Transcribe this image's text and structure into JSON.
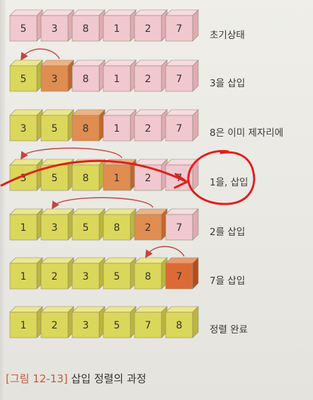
{
  "colors": {
    "pink": {
      "front": "#f1c8cf",
      "top": "#f6dce1",
      "side": "#e2aab4"
    },
    "yellow": {
      "front": "#dbd75a",
      "top": "#ebe88c",
      "side": "#bdb53a"
    },
    "orange": {
      "front": "#df8d51",
      "top": "#eeb284",
      "side": "#c4652a"
    },
    "redOrange": {
      "front": "#dd6a34",
      "top": "#ec9a6b",
      "side": "#b94a1c"
    },
    "arrow": "#c9433d",
    "penRed": "#e0201c"
  },
  "rows": [
    {
      "label": "초기상태",
      "cells": [
        {
          "n": "5",
          "c": "pink"
        },
        {
          "n": "3",
          "c": "pink"
        },
        {
          "n": "8",
          "c": "pink"
        },
        {
          "n": "1",
          "c": "pink"
        },
        {
          "n": "2",
          "c": "pink"
        },
        {
          "n": "7",
          "c": "pink"
        }
      ]
    },
    {
      "label": "3을 삽입",
      "cells": [
        {
          "n": "5",
          "c": "yellow"
        },
        {
          "n": "3",
          "c": "orange"
        },
        {
          "n": "8",
          "c": "pink"
        },
        {
          "n": "1",
          "c": "pink"
        },
        {
          "n": "2",
          "c": "pink"
        },
        {
          "n": "7",
          "c": "pink"
        }
      ]
    },
    {
      "label": "8은 이미 제자리에",
      "cells": [
        {
          "n": "3",
          "c": "yellow"
        },
        {
          "n": "5",
          "c": "yellow"
        },
        {
          "n": "8",
          "c": "orange"
        },
        {
          "n": "1",
          "c": "pink"
        },
        {
          "n": "2",
          "c": "pink"
        },
        {
          "n": "7",
          "c": "pink"
        }
      ]
    },
    {
      "label": "1을, 삽입",
      "cells": [
        {
          "n": "3",
          "c": "yellow"
        },
        {
          "n": "5",
          "c": "yellow"
        },
        {
          "n": "8",
          "c": "yellow"
        },
        {
          "n": "1",
          "c": "orange"
        },
        {
          "n": "2",
          "c": "pink"
        },
        {
          "n": "7",
          "c": "pink"
        }
      ]
    },
    {
      "label": "2를 삽입",
      "cells": [
        {
          "n": "1",
          "c": "yellow"
        },
        {
          "n": "3",
          "c": "yellow"
        },
        {
          "n": "5",
          "c": "yellow"
        },
        {
          "n": "8",
          "c": "yellow"
        },
        {
          "n": "2",
          "c": "orange"
        },
        {
          "n": "7",
          "c": "pink"
        }
      ]
    },
    {
      "label": "7을 삽입",
      "cells": [
        {
          "n": "1",
          "c": "yellow"
        },
        {
          "n": "2",
          "c": "yellow"
        },
        {
          "n": "3",
          "c": "yellow"
        },
        {
          "n": "5",
          "c": "yellow"
        },
        {
          "n": "8",
          "c": "yellow"
        },
        {
          "n": "7",
          "c": "redOrange"
        }
      ]
    },
    {
      "label": "정렬 완료",
      "cells": [
        {
          "n": "1",
          "c": "yellow"
        },
        {
          "n": "2",
          "c": "yellow"
        },
        {
          "n": "3",
          "c": "yellow"
        },
        {
          "n": "5",
          "c": "yellow"
        },
        {
          "n": "7",
          "c": "yellow"
        },
        {
          "n": "8",
          "c": "yellow"
        }
      ]
    }
  ],
  "arrows": [
    {
      "row": 1,
      "fromCol": 1,
      "toCol": 0
    },
    {
      "row": 3,
      "fromCol": 3,
      "toCol": 0
    },
    {
      "row": 4,
      "fromCol": 4,
      "toCol": 1
    },
    {
      "row": 5,
      "fromCol": 5,
      "toCol": 4
    }
  ],
  "caption": {
    "figure": "[그림 12-13]",
    "title": "삽입 정렬의 과정"
  }
}
